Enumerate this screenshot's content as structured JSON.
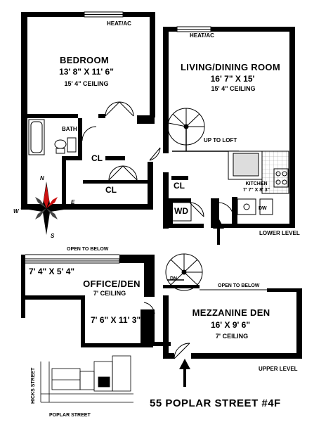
{
  "plan": {
    "title": "55 POPLAR STREET #4F",
    "levels": {
      "lower": "LOWER LEVEL",
      "upper": "UPPER LEVEL"
    },
    "rooms": {
      "bedroom": {
        "name": "BEDROOM",
        "dims": "13' 8\" X 11' 6\"",
        "ceiling": "15' 4\" CEILING"
      },
      "living": {
        "name": "LIVING/DINING ROOM",
        "dims": "16' 7\" X 15'",
        "ceiling": "15' 4\" CEILING"
      },
      "bath": "BATH",
      "kitchen": {
        "name": "KITCHEN",
        "dims": "7' 7\" X 8' 3\""
      },
      "office": {
        "name": "OFFICE/DEN",
        "ceiling": "7' CEILING",
        "dims_a": "7' 4\" X 5' 4\"",
        "dims_b": "7' 6\" X 11' 3\""
      },
      "mezzanine": {
        "name": "MEZZANINE DEN",
        "dims": "16' X 9' 6\"",
        "ceiling": "7' CEILING"
      }
    },
    "labels": {
      "heat_ac": "HEAT/AC",
      "closet": "CL",
      "up_to_loft": "UP TO LOFT",
      "open_to_below": "OPEN TO BELOW",
      "dn": "DN",
      "dw": "DW",
      "wd": "WD"
    },
    "compass": {
      "n": "N",
      "s": "S",
      "e": "E",
      "w": "W"
    },
    "locator": {
      "street_vertical": "HICKS STREET",
      "street_horizontal": "POPLAR STREET"
    }
  }
}
